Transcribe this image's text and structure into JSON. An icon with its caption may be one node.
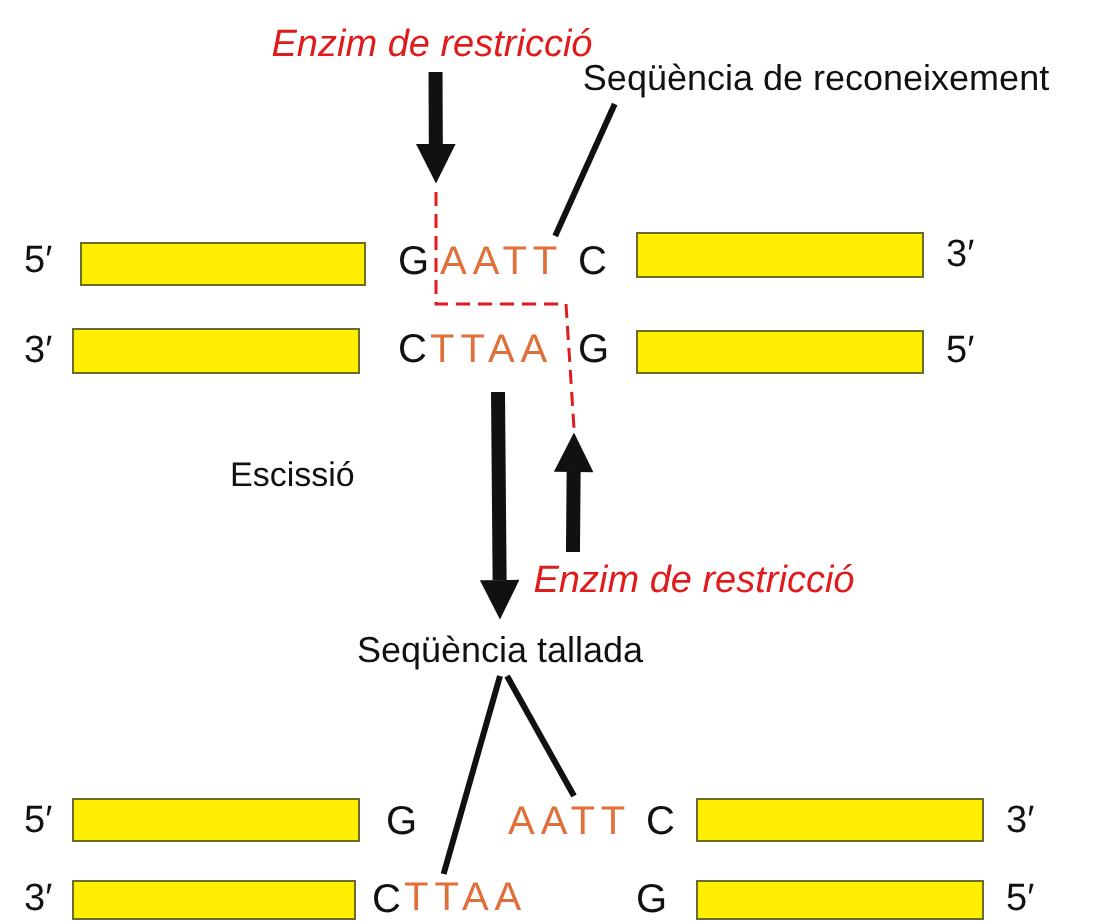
{
  "diagram": {
    "nodes": [
      {
        "text": [
          "Enzim de restricció"
        ]
      },
      {
        "text": [
          "Seqüència de reconeixement"
        ]
      },
      {
        "text": [],
        "shape": "bar"
      },
      {
        "text": [
          "AATT"
        ]
      },
      {
        "text": [],
        "shape": "bar"
      },
      {
        "text": [],
        "shape": "bar"
      },
      {
        "text": [],
        "shape": "bar"
      },
      {
        "text": [
          "Enzim de restricció"
        ]
      },
      {
        "text": [
          "Seqüència tallada"
        ]
      },
      {
        "text": [],
        "shape": "bar"
      },
      {
        "text": [
          "AATT"
        ]
      },
      {
        "text": [],
        "shape": "bar"
      },
      {
        "text": [],
        "shape": "bar"
      },
      {
        "text": [
          "TTAA"
        ]
      },
      {
        "text": [],
        "shape": "bar"
      }
    ],
    "edges": [
      {
        "from": 0,
        "to": null,
        "arrow": "to",
        "style": "thick"
      },
      {
        "from": 1,
        "to": 3,
        "arrow": "none"
      },
      {
        "from": null,
        "to": 8,
        "arrow": "to",
        "style": "thick",
        "label": "Escissió"
      },
      {
        "from": 7,
        "to": null,
        "arrow": "to",
        "style": "thick"
      },
      {
        "from": 8,
        "to": 13,
        "arrow": "none"
      },
      {
        "from": 8,
        "to": 10,
        "arrow": "none"
      }
    ],
    "labels": [
      "5′",
      "G",
      "C",
      "3′",
      "3′",
      "C",
      "TTAA",
      "G",
      "5′",
      "5′",
      "G",
      "C",
      "3′",
      "3′",
      "C",
      "G",
      "5′"
    ]
  }
}
